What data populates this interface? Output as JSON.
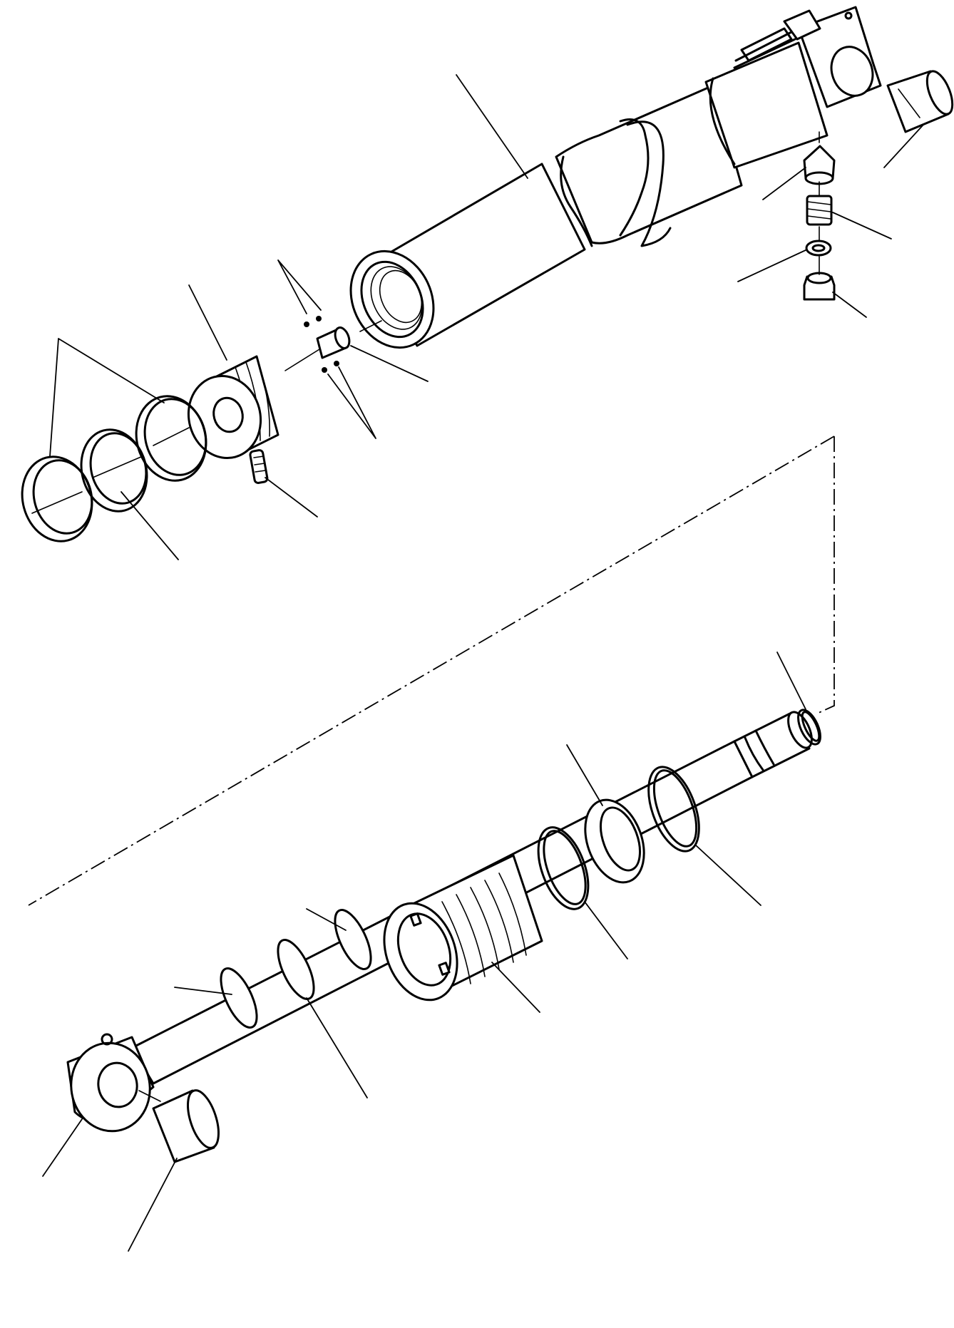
{
  "diagram": {
    "kind": "exploded parts drawing",
    "parts": [
      {
        "id": "cylinder-tube"
      },
      {
        "id": "tube-end-pin"
      },
      {
        "id": "check-valve-poppet"
      },
      {
        "id": "check-valve-spring"
      },
      {
        "id": "check-valve-washer"
      },
      {
        "id": "check-valve-plug"
      },
      {
        "id": "piston"
      },
      {
        "id": "piston-rings"
      },
      {
        "id": "piston-wear-ring"
      },
      {
        "id": "piston-set-screw"
      },
      {
        "id": "piston-nut"
      },
      {
        "id": "nut-balls-upper"
      },
      {
        "id": "nut-balls-lower"
      },
      {
        "id": "rod-o-ring-end"
      },
      {
        "id": "rod-backup-ring"
      },
      {
        "id": "rod-o-ring"
      },
      {
        "id": "rod-bushing-ring"
      },
      {
        "id": "cylinder-head"
      },
      {
        "id": "rod-seal-1"
      },
      {
        "id": "rod-seal-2"
      },
      {
        "id": "piston-rod"
      },
      {
        "id": "rod-end-pin"
      }
    ],
    "stroke_color": "#000000",
    "background_color": "#ffffff"
  }
}
